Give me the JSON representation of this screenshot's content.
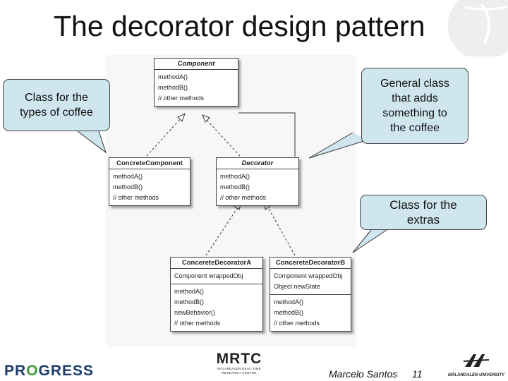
{
  "title": "The decorator design pattern",
  "classes": {
    "component": {
      "name": "Component",
      "methods": [
        "methodA()",
        "methodB()",
        "// other methods"
      ]
    },
    "concrete_component": {
      "name": "ConcreteComponent",
      "methods": [
        "methodA()",
        "methodB()",
        "// other methods"
      ]
    },
    "decorator": {
      "name": "Decorator",
      "methods": [
        "methodA()",
        "methodB()",
        "// other methods"
      ]
    },
    "concrete_decorator_a": {
      "name": "ConcereteDecoratorA",
      "fields": [
        "Component wrappedObj"
      ],
      "methods": [
        "methodA()",
        "methodB()",
        "newBehavior()",
        "// other methods"
      ]
    },
    "concrete_decorator_b": {
      "name": "ConcereteDecoratorB",
      "fields": [
        "Component wrappedObj",
        "Object newState"
      ],
      "methods": [
        "methodA()",
        "methodB()",
        "// other methods"
      ]
    }
  },
  "callouts": {
    "coffee_types": "Class for the\ntypes of coffee",
    "general_class": "General class\nthat adds\nsomething to\nthe coffee",
    "extras": "Class for the\n   extras"
  },
  "footer": {
    "progress_logo": "PROGRESS",
    "mrtc_logo": "MRTC",
    "mrtc_line1": "MÄLARDALEN REAL-TIME",
    "mrtc_line2": "RESEARCH CENTRE",
    "author": "Marcelo Santos",
    "page_number": "11",
    "university": "MÄLARDALEN UNIVERSITY"
  },
  "colors": {
    "callout_fill": "#cfe6ee",
    "progress_blue": "#1b3d6b",
    "progress_green": "#3d9a3a"
  }
}
